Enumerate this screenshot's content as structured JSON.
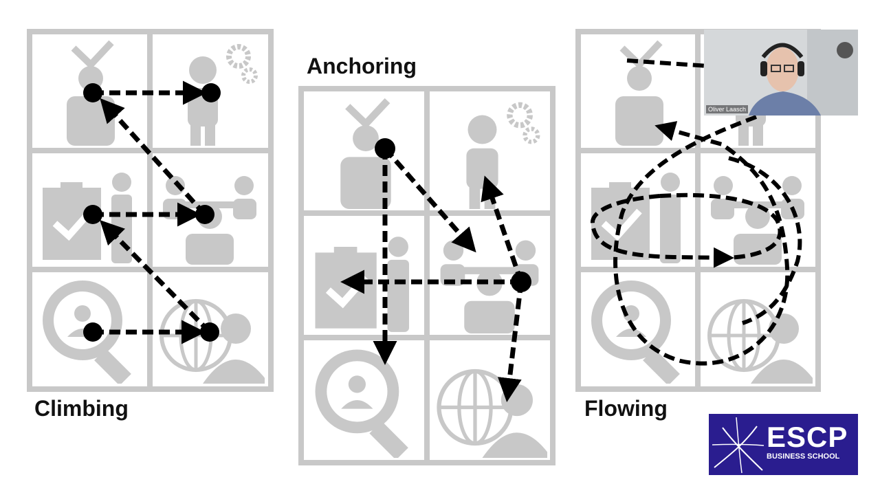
{
  "slide": {
    "labels": {
      "climbing": "Climbing",
      "anchoring": "Anchoring",
      "flowing": "Flowing"
    }
  },
  "video": {
    "participant_name": "Oliver Laasch"
  },
  "logo": {
    "wordmark": "ESCP",
    "subtitle": "BUSINESS SCHOOL"
  },
  "colors": {
    "background": "#ffffff",
    "pictogram_gray": "#c8c8c8",
    "path_black": "#000000",
    "logo_purple": "#2a1d8f"
  }
}
